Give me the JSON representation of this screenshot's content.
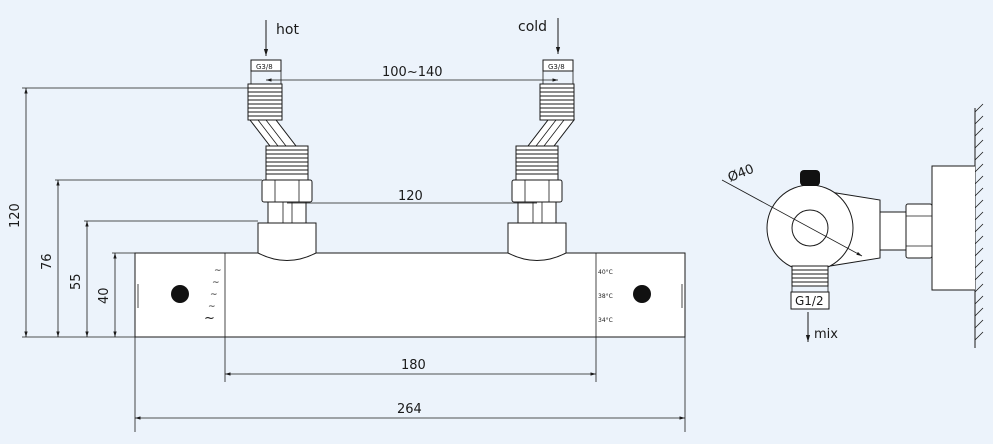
{
  "front_view": {
    "label_hot": "hot",
    "label_cold": "cold",
    "label_inlet_left": "G3/8",
    "label_inlet_right": "G3/8",
    "dim_inlet_spacing": "100~140",
    "dim_center_spacing": "120",
    "dim_height_120": "120",
    "dim_height_76": "76",
    "dim_height_55": "55",
    "dim_height_40": "40",
    "dim_scale_length": "180",
    "dim_total_length": "264",
    "temp_mark_top": "40°C",
    "temp_mark_mid": "38°C",
    "temp_mark_bottom": "34°C",
    "flow_marks": [
      "~",
      "~",
      "~",
      "~",
      "~"
    ]
  },
  "side_view": {
    "dim_diameter": "Ø40",
    "label_outlet": "G1/2",
    "label_mix": "mix"
  },
  "colors": {
    "background": "#ecf3fb",
    "line": "#1a1a1a",
    "knob": "#111111"
  }
}
